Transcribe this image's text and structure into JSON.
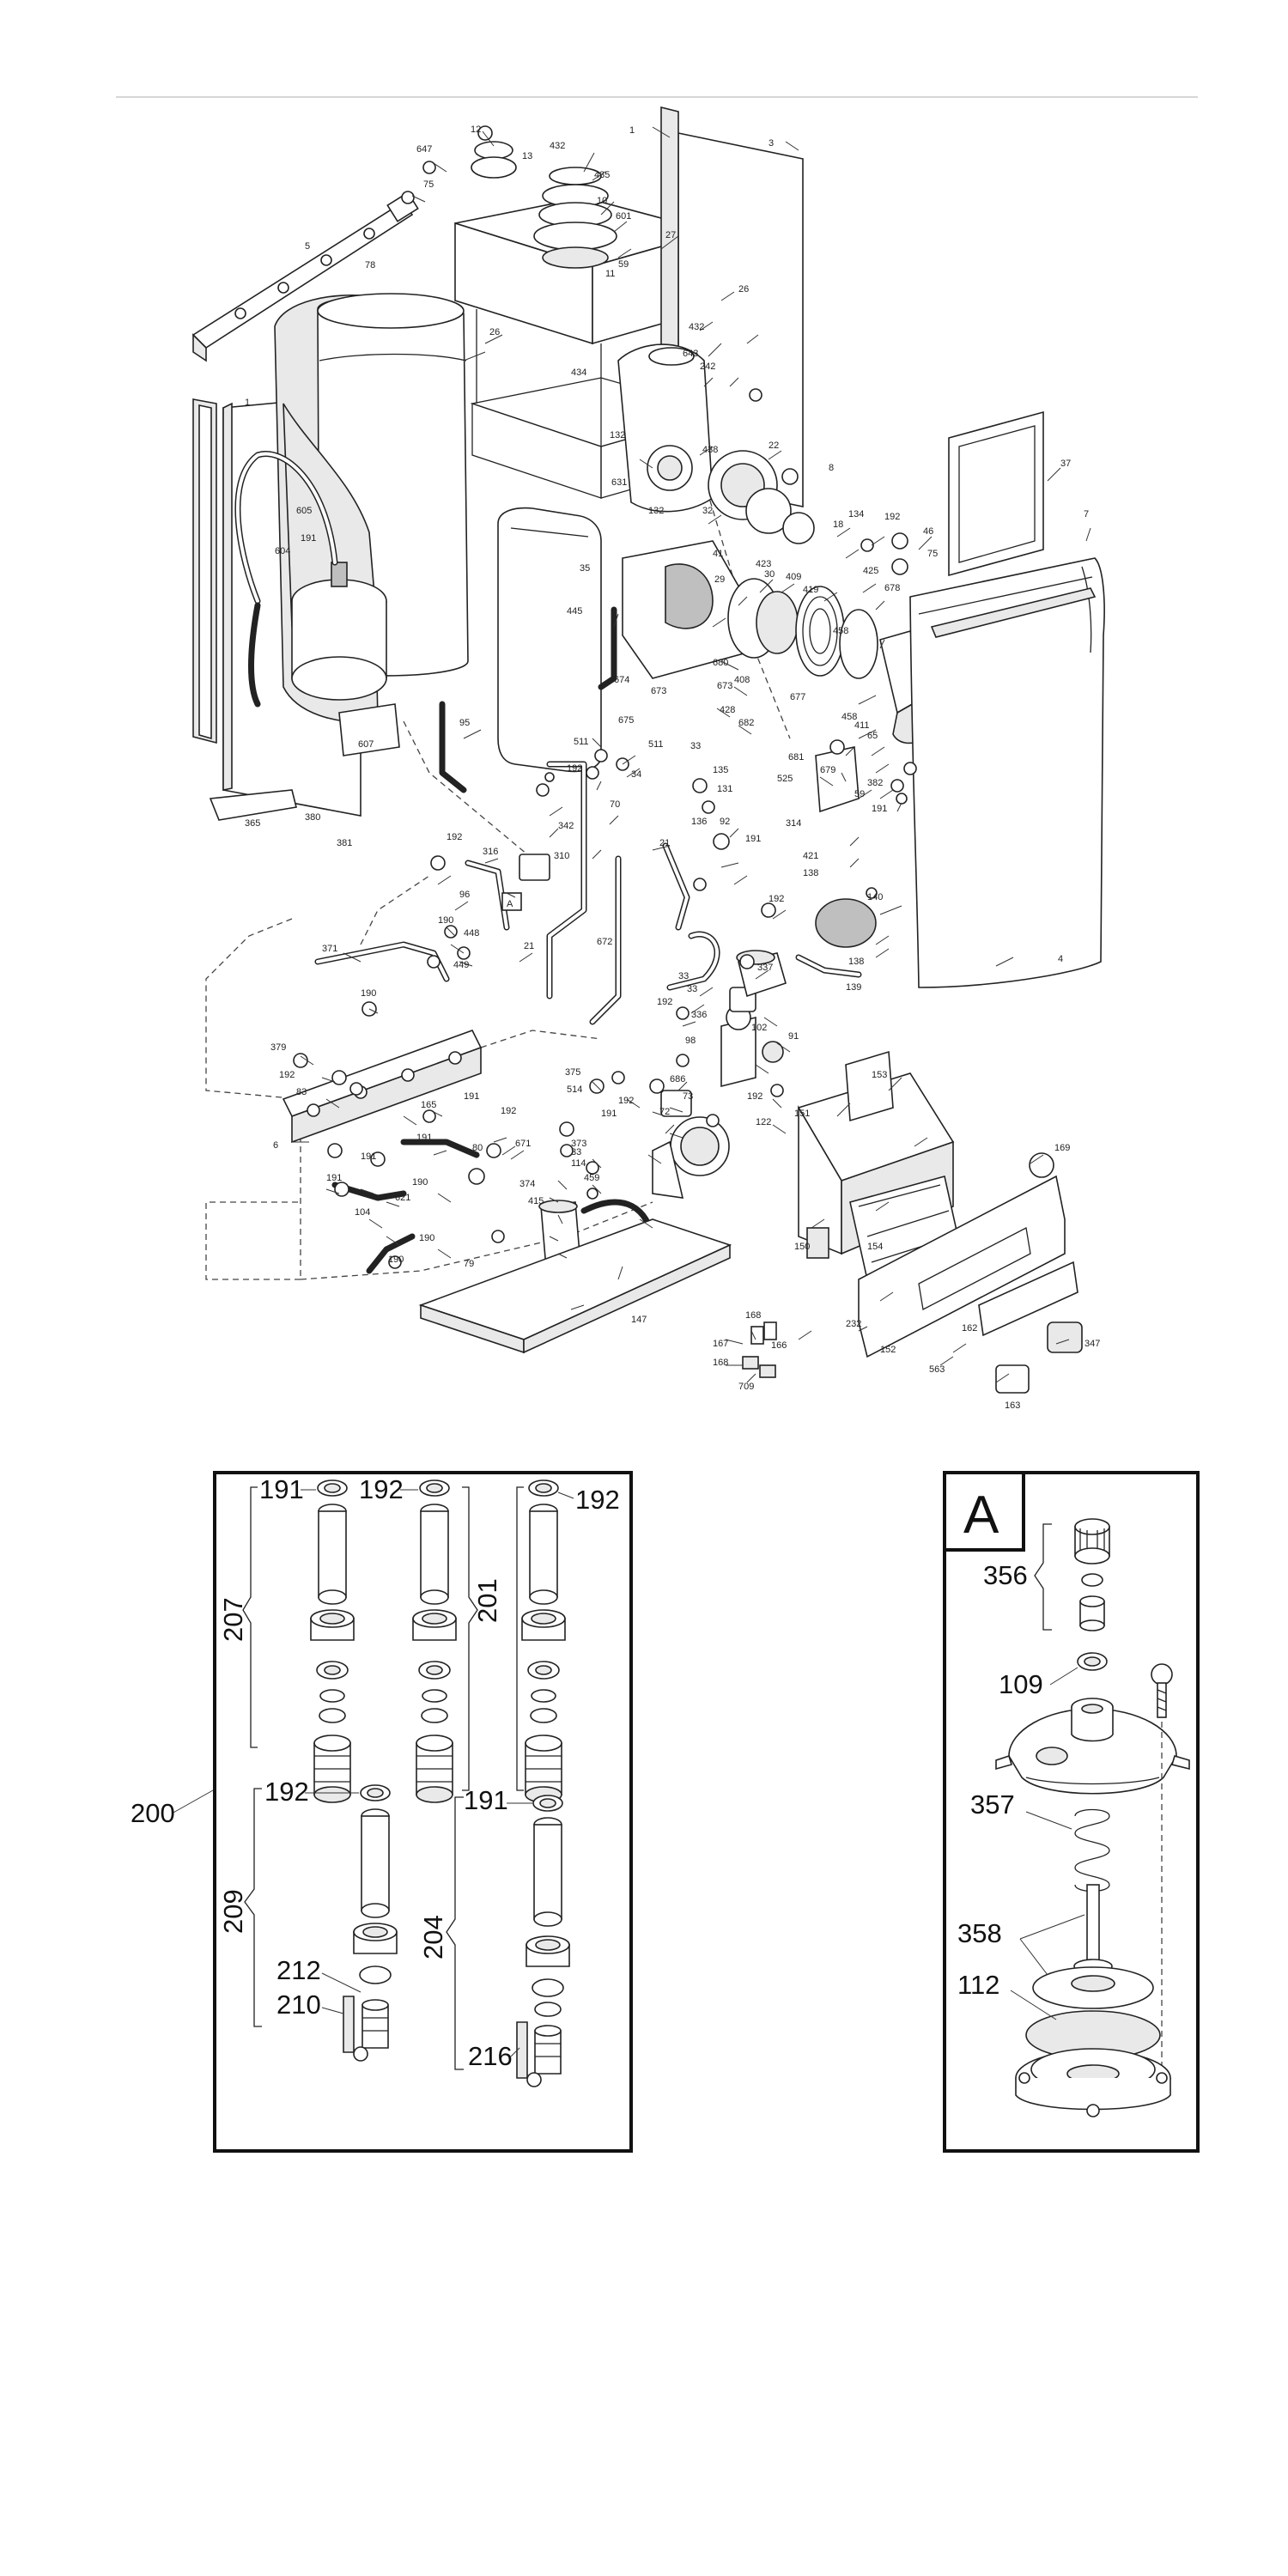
{
  "main_labels": {
    "l1": "1",
    "l3": "3",
    "l4": "4",
    "l5": "5",
    "l6": "6",
    "l7": "7",
    "l8": "8",
    "l10": "10",
    "l11": "11",
    "l12": "12",
    "l13": "13",
    "l18": "18",
    "l21": "21",
    "l22": "22",
    "l26a": "26",
    "l26b": "26",
    "l27": "27",
    "l29": "29",
    "l30": "30",
    "l32": "32",
    "l33a": "33",
    "l33b": "33",
    "l33c": "33",
    "l34": "34",
    "l35": "35",
    "l37": "37",
    "l41": "41",
    "l46": "46",
    "l59a": "59",
    "l59b": "59",
    "l65": "65",
    "l70": "70",
    "l72": "72",
    "l73": "73",
    "l75a": "75",
    "l75b": "75",
    "l78": "78",
    "l79": "79",
    "l80": "80",
    "l83": "83",
    "l91": "91",
    "l92a": "92",
    "l92b": "92",
    "l95": "95",
    "l96": "96",
    "l98": "98",
    "l102": "102",
    "l104": "104",
    "l114": "114",
    "l122": "122",
    "l131": "131",
    "l132a": "132",
    "l132b": "132",
    "l134": "134",
    "l135": "135",
    "l136": "136",
    "l138a": "138",
    "l138b": "138",
    "l139": "139",
    "l140": "140",
    "l147": "147",
    "l150": "150",
    "l151": "151",
    "l152": "152",
    "l153": "153",
    "l154": "154",
    "l162": "162",
    "l163": "163",
    "l165": "165",
    "l166": "166",
    "l167": "167",
    "l168a": "168",
    "l168b": "168",
    "l169": "169",
    "l190a": "190",
    "l190b": "190",
    "l190c": "190",
    "l190d": "190",
    "l190e": "190",
    "l191a": "191",
    "l191b": "191",
    "l191c": "191",
    "l191d": "191",
    "l191e": "191",
    "l191f": "191",
    "l192a": "192",
    "l192b": "192",
    "l192c": "192",
    "l192d": "192",
    "l192e": "192",
    "l192f": "192",
    "l192g": "192",
    "l192h": "192",
    "l192i": "192",
    "l232": "232",
    "l242": "242",
    "l310": "310",
    "l314": "314",
    "l316": "316",
    "l336": "336",
    "l337": "337",
    "l342": "342",
    "l347": "347",
    "l365": "365",
    "l371": "371",
    "l373": "373",
    "l374": "374",
    "l375": "375",
    "l379": "379",
    "l380": "380",
    "l381": "381",
    "l382": "382",
    "l408": "408",
    "l409": "409",
    "l411": "411",
    "l415": "415",
    "l419": "419",
    "l421": "421",
    "l423": "423",
    "l425": "425",
    "l428": "428",
    "l432a": "432",
    "l432b": "432",
    "l434": "434",
    "l435": "435",
    "l438": "438",
    "l445": "445",
    "l448": "448",
    "l449": "449",
    "l458a": "458",
    "l458b": "458",
    "l459": "459",
    "l511a": "511",
    "l511b": "511",
    "l514": "514",
    "l525": "525",
    "l563": "563",
    "l601": "601",
    "l604": "604",
    "l605": "605",
    "l607": "607",
    "l621": "621",
    "l631": "631",
    "l643": "643",
    "l647": "647",
    "l671": "671",
    "l672": "672",
    "l673a": "673",
    "l673b": "673",
    "l674": "674",
    "l675": "675",
    "l677": "677",
    "l678": "678",
    "l679": "679",
    "l680": "680",
    "l681": "681",
    "l682": "682",
    "l686": "686",
    "l709": "709",
    "callout_A": "A"
  },
  "kit_box": {
    "box_label": "200",
    "l191a": "191",
    "l192a": "192",
    "l192b": "192",
    "l207": "207",
    "l201": "201",
    "l192c": "192",
    "l191b": "191",
    "l209": "209",
    "l204": "204",
    "l212": "212",
    "l210": "210",
    "l216": "216"
  },
  "detail_a": {
    "letter": "A",
    "l356": "356",
    "l109": "109",
    "l357": "357",
    "l358": "358",
    "l112": "112"
  }
}
